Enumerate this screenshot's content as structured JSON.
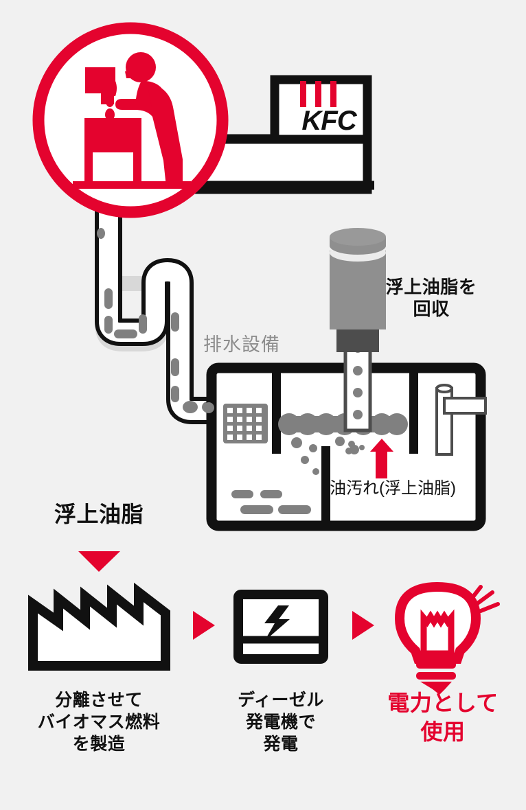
{
  "diagram": {
    "title_alt": "KFC used-oil to biomass power flow diagram",
    "colors": {
      "background": "#f1f1f1",
      "red": "#e4032e",
      "black": "#111111",
      "gray": "#808080",
      "light_gray": "#8d8d8d",
      "dark_gray": "#4d4d4d",
      "white": "#ffffff"
    }
  },
  "store": {
    "sign_text": "KFC",
    "icon_name": "sink-washing-icon",
    "stripes_count": 3
  },
  "drainage": {
    "equipment_label": "排水設備",
    "collector_label_line1": "浮上油脂を",
    "collector_label_line2": "回収",
    "grease_label": "油汚れ(浮上油脂)"
  },
  "flow": {
    "source_label": "浮上油脂",
    "steps": [
      {
        "icon": "factory-icon",
        "label_lines": [
          "分離させて",
          "バイオマス燃料",
          "を製造"
        ],
        "color": "#111111"
      },
      {
        "icon": "generator-lightning-icon",
        "label_lines": [
          "ディーゼル",
          "発電機で",
          "発電"
        ],
        "color": "#111111"
      },
      {
        "icon": "lightbulb-icon",
        "label_lines": [
          "電力として",
          "使用"
        ],
        "color": "#e4032e"
      }
    ],
    "arrow_icon": "triangle-right-arrow",
    "down_arrow_icon": "triangle-down-arrow"
  }
}
